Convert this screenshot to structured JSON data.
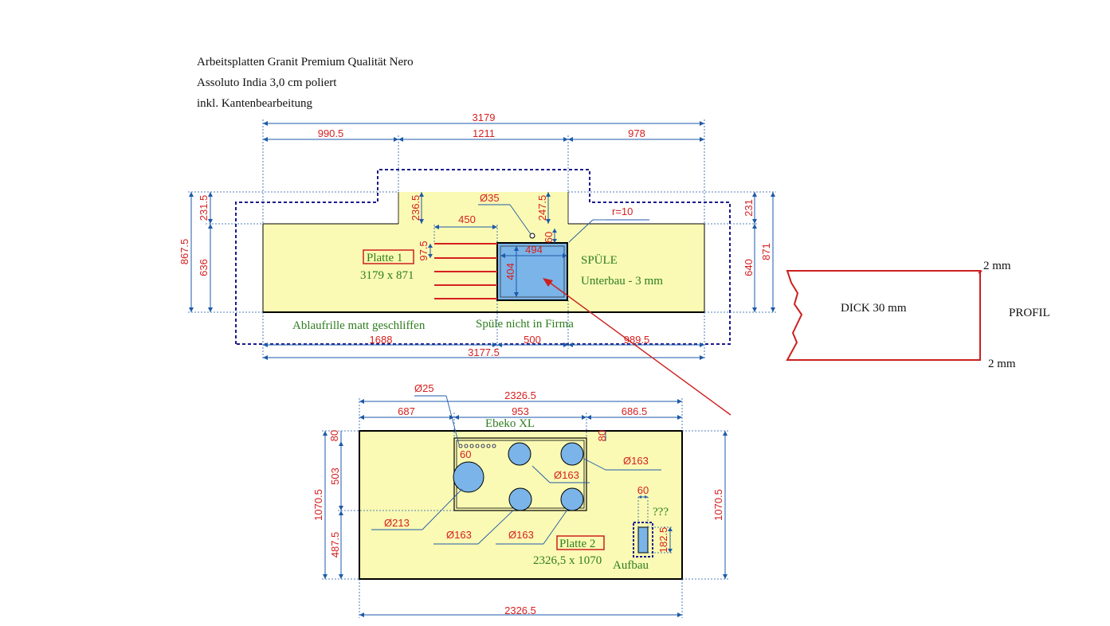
{
  "header": {
    "line1": "Arbeitsplatten Granit Premium Qualität Nero",
    "line2": "Assoluto India 3,0 cm poliert",
    "line3": "inkl. Kantenbearbeitung"
  },
  "colors": {
    "slab": "#fafab4",
    "sink": "#7ab4e8",
    "dimension_text": "#d62020",
    "dimension_line": "#1e5aa8",
    "note_text": "#2e7d1e",
    "cutout_outline": "#1a1a8c",
    "profile_outline": "#cc1f1f"
  },
  "slab1": {
    "label": "Platte 1",
    "size": "3179 x 871",
    "sink_label": "SPÜLE",
    "sink_note": "Unterbau - 3 mm",
    "drain_note": "Ablaufrille matt geschliffen",
    "sink_firm_note": "Spüle nicht in Firma",
    "dims": {
      "total_top": "3179",
      "seg_left": "990.5",
      "seg_mid": "1211",
      "seg_right": "978",
      "total_bottom": "3177.5",
      "bottom_left": "1688",
      "bottom_mid": "500",
      "bottom_right": "989.5",
      "left_total": "867.5",
      "left_upper": "231.5",
      "left_lower": "636",
      "right_total": "871",
      "right_upper": "231",
      "right_lower": "640",
      "notch_left": "236.5",
      "notch_right": "247.5",
      "hole": "Ø35",
      "radius": "r=10",
      "drain_len": "450",
      "drain_off": "97.5",
      "sink_w": "494",
      "sink_h": "404",
      "sink_off": "60"
    }
  },
  "slab2": {
    "label": "Platte 2",
    "size": "2326,5 x 1070",
    "hob_label": "Ebeko XL",
    "socket_label": "Aufbau",
    "socket_note": "???",
    "dims": {
      "total_top": "2326.5",
      "seg_left": "687",
      "seg_mid": "953",
      "seg_right": "686.5",
      "total_bottom": "2326.5",
      "left_total": "1070.5",
      "left_upper": "503",
      "left_lower": "487.5",
      "right_total": "1070.5",
      "top_left_off": "80",
      "top_right_off": "80",
      "hob_off": "60",
      "socket_w": "60",
      "socket_h": "182.5",
      "knob_hole": "Ø25",
      "burner_large": "Ø213",
      "burner_a": "Ø163",
      "burner_b": "Ø163",
      "burner_c": "Ø163",
      "burner_d": "Ø163"
    }
  },
  "profile": {
    "thickness": "DICK 30 mm",
    "title": "PROFIL",
    "edge_top": "2 mm",
    "edge_bottom": "2 mm"
  }
}
